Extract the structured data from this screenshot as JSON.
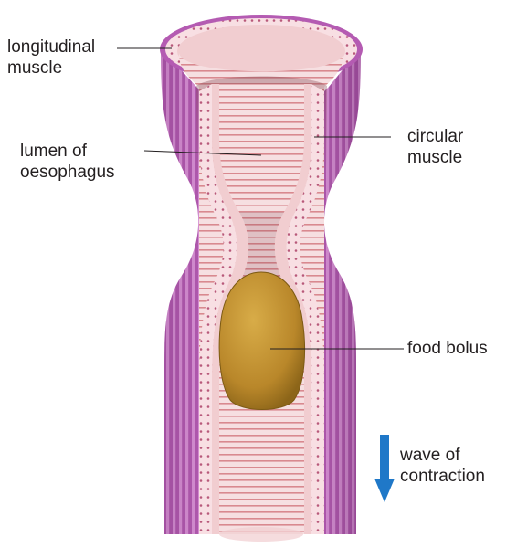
{
  "labels": {
    "longitudinal_muscle": "longitudinal\nmuscle",
    "circular_muscle": "circular\nmuscle",
    "lumen": "lumen of\noesophagus",
    "food_bolus": "food bolus",
    "wave": "wave of\ncontraction"
  },
  "colors": {
    "muscle_outer": "#b45bb2",
    "muscle_stripe": "#d990d6",
    "muscle_cut": "#e7bfdc",
    "lumen_wall": "#f1cdd0",
    "lumen_ring": "#d9898f",
    "circular_band": "#f8dfe3",
    "bolus": "#c99a32",
    "arrow": "#1f78c8",
    "leader": "#231f20"
  },
  "icons": {
    "arrow": "down-arrow-icon"
  }
}
